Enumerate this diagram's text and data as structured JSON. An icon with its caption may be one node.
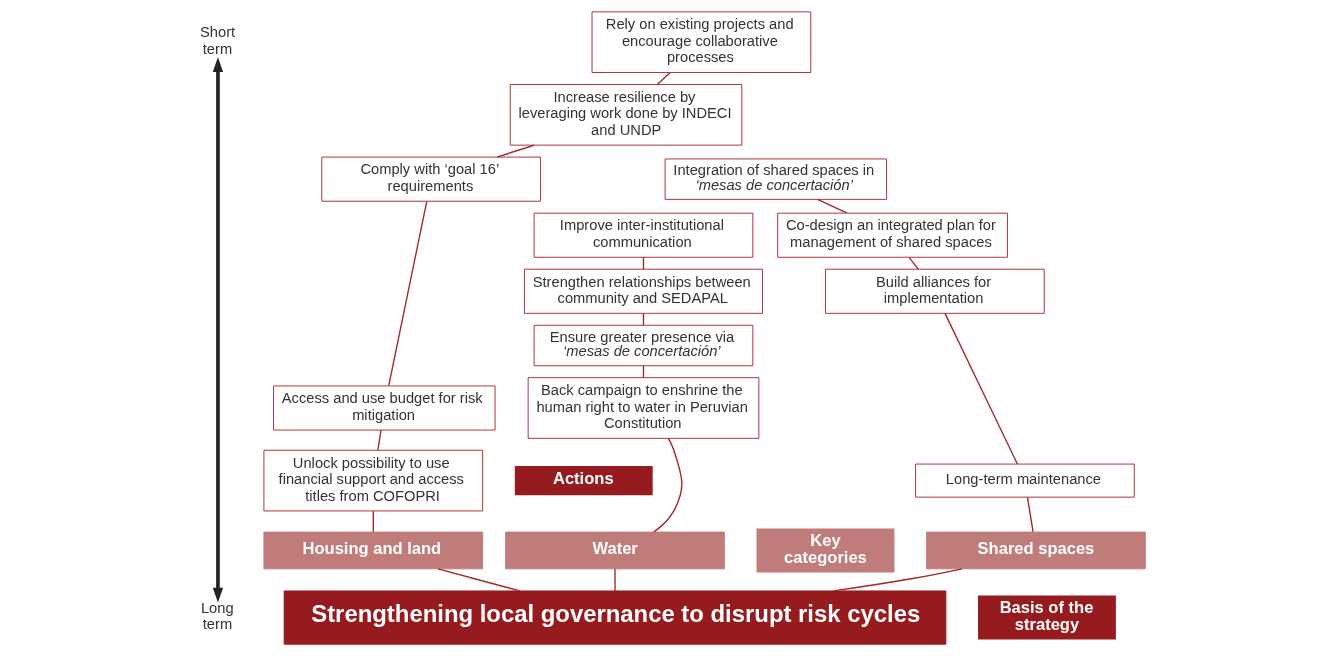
{
  "diagram": {
    "nodes": [
      {
        "text": [
          "Short term"
        ]
      },
      {
        "text": [
          "Rely on existing projects and encourage collaborative processes"
        ]
      },
      {
        "text": [
          "Increase resilience by leveraging work done by INDECI and UNDP"
        ]
      },
      {
        "text": [
          "Comply with ‘goal 16’ requirements"
        ]
      },
      {
        "text": [
          "Access and use budget for risk mitigation"
        ]
      },
      {
        "text": [
          "Unlock possibility to use financial support and access titles from COFOPRI"
        ]
      },
      {
        "text": [
          "Housing and land"
        ]
      },
      {
        "text": [
          "Integration of shared spaces in *‘mesas de concertación’*"
        ]
      },
      {
        "text": [
          "Co-design an integrated plan for management of shared spaces"
        ]
      },
      {
        "text": [
          "Build alliances for implementation"
        ]
      },
      {
        "text": [
          "Long-term maintenance"
        ]
      },
      {
        "text": [
          "Shared spaces"
        ]
      },
      {
        "text": [
          "Improve inter-institutional communication"
        ]
      },
      {
        "text": [
          "Strengthen relationships between community and SEDAPAL"
        ]
      },
      {
        "text": [
          "Ensure greater presence via *‘mesas de concertación’*"
        ]
      },
      {
        "text": [
          "Back campaign to enshrine the human right to water in Peruvian Constitution"
        ]
      },
      {
        "text": [
          "Water"
        ]
      },
      {
        "text": [
          "Strengthening local governance to disrupt risk cycles"
        ]
      },
      {
        "text": [
          "Long term"
        ]
      }
    ],
    "edges": [
      {
        "from": 1,
        "to": 2,
        "arrow": "none"
      },
      {
        "from": 2,
        "to": 3,
        "arrow": "none"
      },
      {
        "from": 3,
        "to": 4,
        "arrow": "none"
      },
      {
        "from": 4,
        "to": 5,
        "arrow": "none"
      },
      {
        "from": 5,
        "to": 6,
        "arrow": "none"
      },
      {
        "from": 6,
        "to": 17,
        "arrow": "none"
      },
      {
        "from": 7,
        "to": 8,
        "arrow": "none"
      },
      {
        "from": 8,
        "to": 9,
        "arrow": "none"
      },
      {
        "from": 9,
        "to": 10,
        "arrow": "none"
      },
      {
        "from": 10,
        "to": 11,
        "arrow": "none"
      },
      {
        "from": 11,
        "to": 17,
        "arrow": "none"
      },
      {
        "from": 12,
        "to": 13,
        "arrow": "none"
      },
      {
        "from": 13,
        "to": 14,
        "arrow": "none"
      },
      {
        "from": 14,
        "to": 15,
        "arrow": "none"
      },
      {
        "from": 15,
        "to": 16,
        "arrow": "none"
      },
      {
        "from": 16,
        "to": 17,
        "arrow": "none"
      },
      {
        "from": 0,
        "to": 18,
        "arrow": "both",
        "style": "thick",
        "color": "#222222"
      }
    ],
    "legend": [
      {
        "text": "Actions",
        "color": "#961b1f"
      },
      {
        "text": "Key categories",
        "color": "#c07b7b"
      },
      {
        "text": "Basis of the strategy",
        "color": "#961b1f"
      }
    ]
  }
}
